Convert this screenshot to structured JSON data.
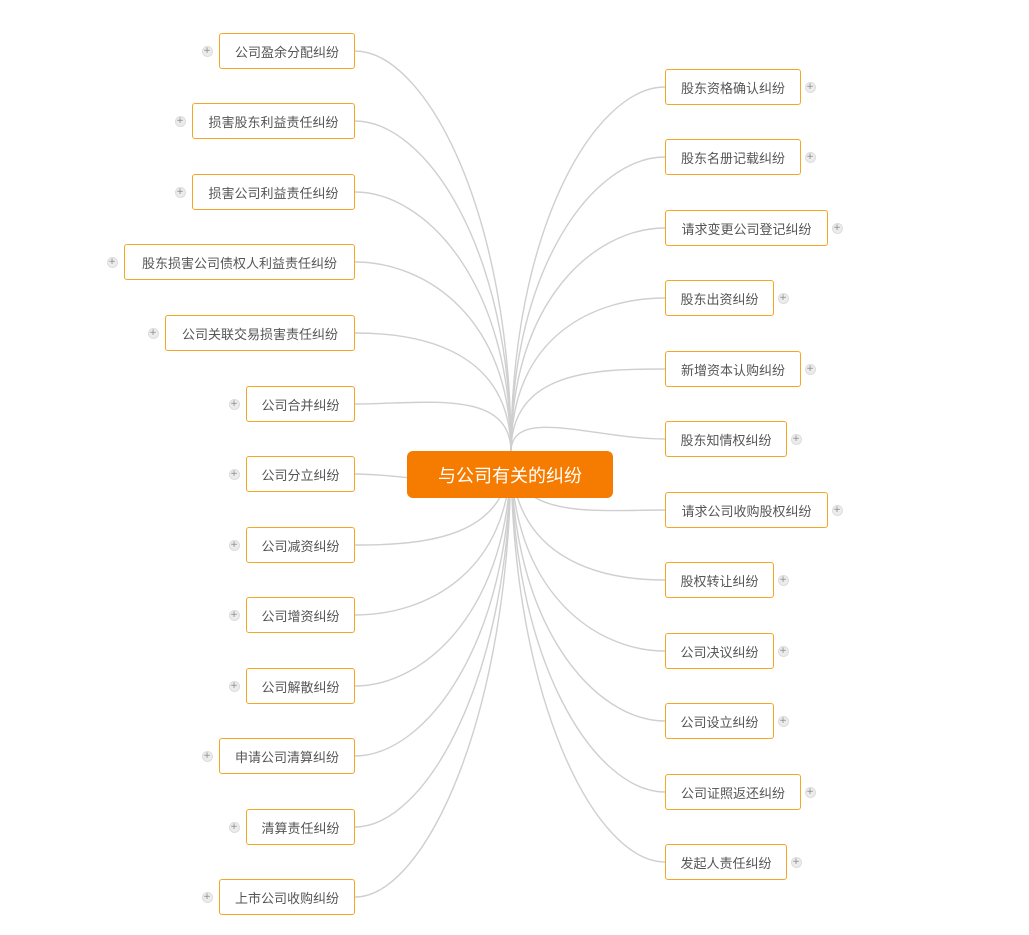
{
  "central_topic": "与公司有关的纠纷",
  "expand_icon": "+",
  "colors": {
    "central_fill": "#f57c00",
    "node_border": "#f5a623",
    "connector": "#cfcfcf",
    "node_text": "#555555"
  },
  "left_branches": [
    "公司盈余分配纠纷",
    "损害股东利益责任纠纷",
    "损害公司利益责任纠纷",
    "股东损害公司债权人利益责任纠纷",
    "公司关联交易损害责任纠纷",
    "公司合并纠纷",
    "公司分立纠纷",
    "公司减资纠纷",
    "公司增资纠纷",
    "公司解散纠纷",
    "申请公司清算纠纷",
    "清算责任纠纷",
    "上市公司收购纠纷"
  ],
  "right_branches": [
    "股东资格确认纠纷",
    "股东名册记载纠纷",
    "请求变更公司登记纠纷",
    "股东出资纠纷",
    "新增资本认购纠纷",
    "股东知情权纠纷",
    "请求公司收购股权纠纷",
    "股权转让纠纷",
    "公司决议纠纷",
    "公司设立纠纷",
    "公司证照返还纠纷",
    "发起人责任纠纷"
  ]
}
